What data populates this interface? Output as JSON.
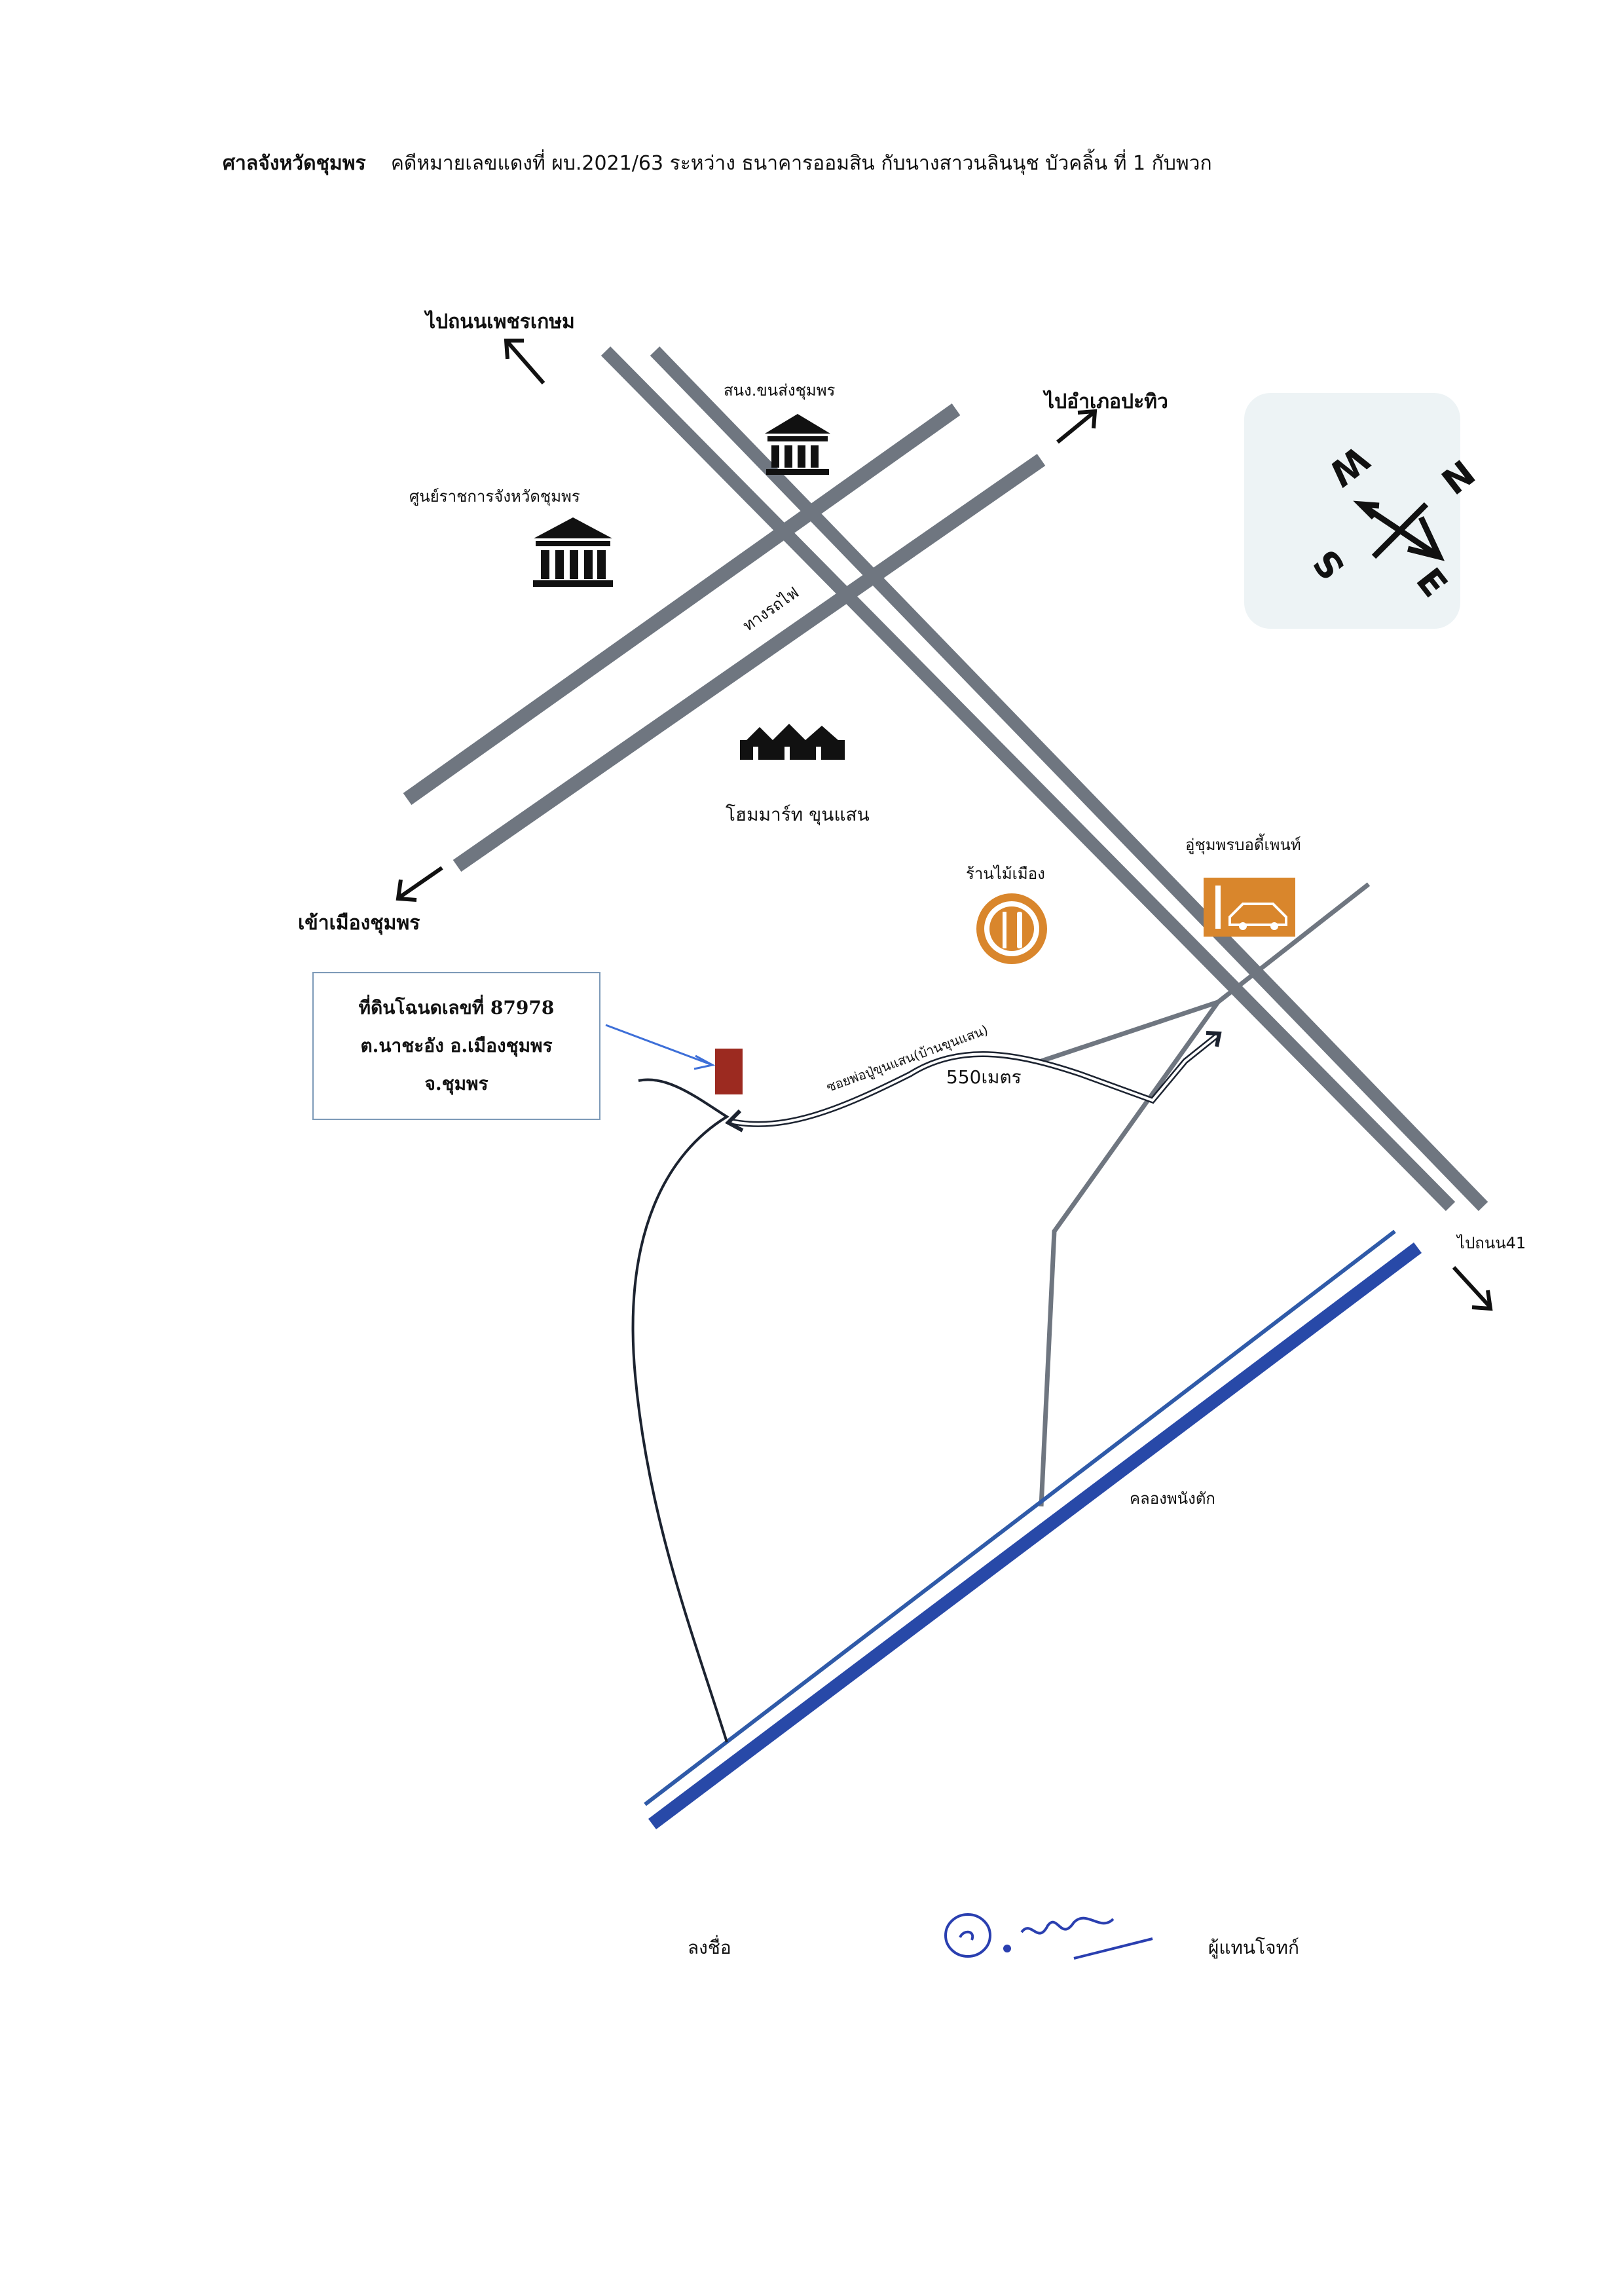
{
  "header": {
    "court": "ศาลจังหวัดชุมพร",
    "case": "คดีหมายเลขแดงที่ ผบ.2021/63 ระหว่าง ธนาคารออมสิน  กับนางสาวนลินนุช  บัวคลิ้น ที่ 1 กับพวก"
  },
  "labels": {
    "to_phetkasem": "ไปถนนเพชรเกษม",
    "transport_office": "สนง.ขนส่งชุมพร",
    "to_pathio": "ไปอำเภอปะทิว",
    "gov_center": "ศูนย์ราชการจังหวัดชุมพร",
    "railway": "ทางรถไฟ",
    "homemart": "โฮมมาร์ท ขุนแสน",
    "restaurant": "ร้านไม้เมือง",
    "body_paint": "อู่ชุมพรบอดี้เพนท์",
    "to_city": "เข้าเมืองชุมพร",
    "soi": "ซอยพ่อปู่ขุนแสน(บ้านขุนแสน)",
    "distance": "550เมตร",
    "to_road41": "ไปถนน41",
    "canal": "คลองพนังตัก"
  },
  "parcel": {
    "line1": "ที่ดินโฉนดเลขที่ 87978",
    "line2": "ต.นาชะอัง อ.เมืองชุมพร",
    "line3": "จ.ชุมพร"
  },
  "compass": {
    "n": "N",
    "e": "E",
    "s": "S",
    "w": "W"
  },
  "signature": {
    "sign_label": "ลงชื่อ",
    "role": "ผู้แทนโจทก์"
  },
  "colors": {
    "road": "#6f7680",
    "canal": "#2849a8",
    "pin": "#9c2a20",
    "icon_orange": "#d9862c",
    "box_border": "#7d9ab8",
    "ink_blue": "#2a3fb0"
  },
  "icons": [
    "government-building-icon",
    "shop-icon",
    "restaurant-icon",
    "car-repair-icon",
    "compass-icon",
    "location-pin-icon"
  ]
}
